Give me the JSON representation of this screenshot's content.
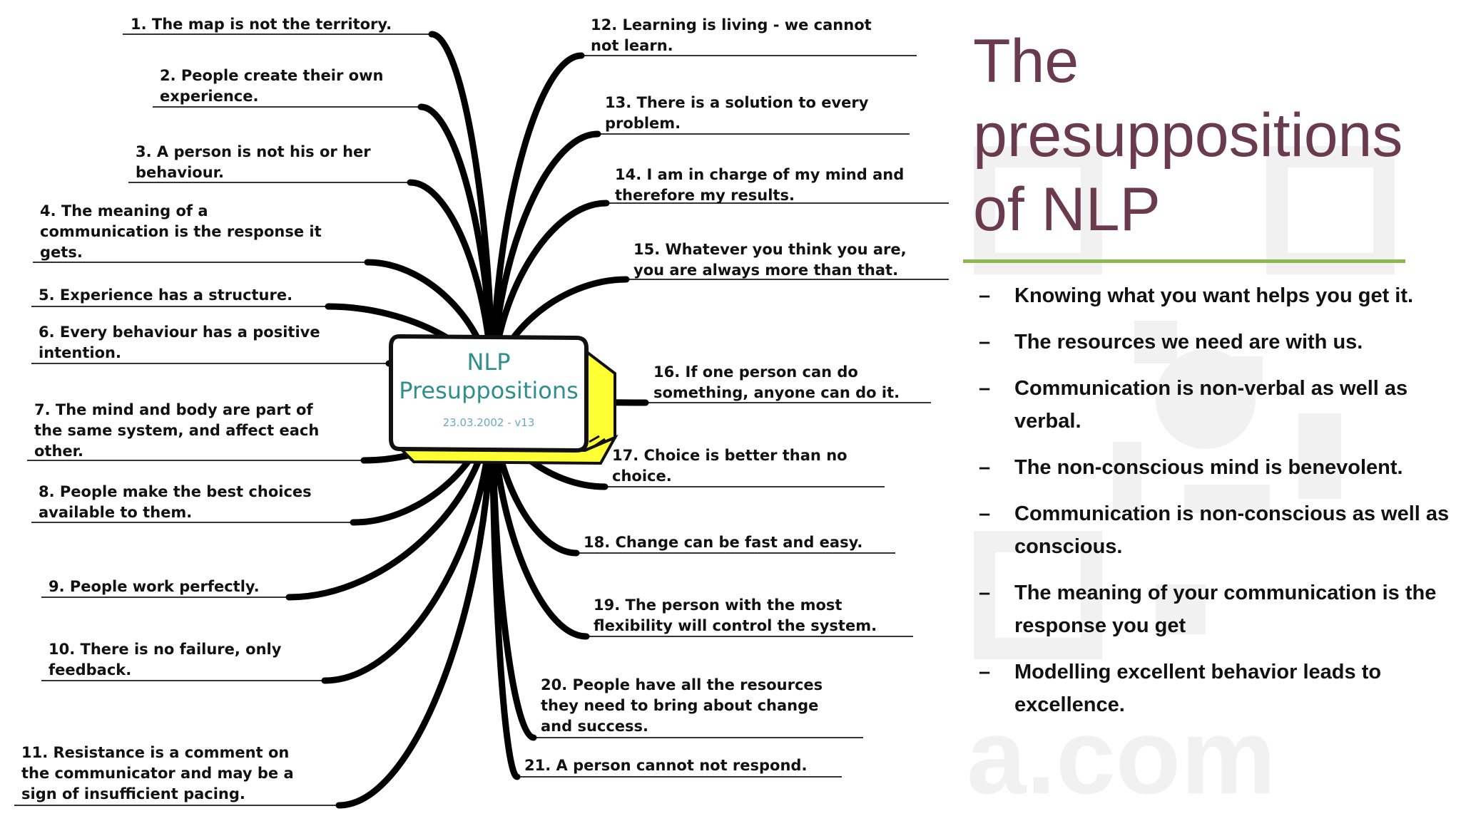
{
  "mindmap": {
    "center_title_line1": "NLP",
    "center_title_line2": "Presuppositions",
    "center_date": "23.03.2002 - v13",
    "left_items": [
      {
        "lines": [
          "1. The map is not the territory."
        ]
      },
      {
        "lines": [
          "2. People create their own",
          "experience."
        ]
      },
      {
        "lines": [
          "3. A person is not his or her",
          "behaviour."
        ]
      },
      {
        "lines": [
          "4. The meaning of a",
          "communication is the response it",
          "gets."
        ]
      },
      {
        "lines": [
          "5. Experience has a structure."
        ]
      },
      {
        "lines": [
          "6. Every behaviour has a positive",
          "intention."
        ]
      },
      {
        "lines": [
          "7. The mind and body are part of",
          "the same system, and affect each",
          "other."
        ]
      },
      {
        "lines": [
          "8. People make the best choices",
          "available to them."
        ]
      },
      {
        "lines": [
          "9. People work perfectly."
        ]
      },
      {
        "lines": [
          "10. There is no failure, only",
          "feedback."
        ]
      },
      {
        "lines": [
          "11. Resistance is a comment on",
          "the communicator and may be a",
          "sign of insufficient pacing."
        ]
      }
    ],
    "right_items": [
      {
        "lines": [
          "12. Learning is living - we cannot",
          "not learn."
        ]
      },
      {
        "lines": [
          "13. There is a solution to every",
          "problem."
        ]
      },
      {
        "lines": [
          "14. I am in charge of my mind and",
          "therefore my results."
        ]
      },
      {
        "lines": [
          "15. Whatever you think you are,",
          "you are always more than that."
        ]
      },
      {
        "lines": [
          "16. If one person can do",
          "something, anyone can do it."
        ]
      },
      {
        "lines": [
          "17. Choice is better than no",
          "choice."
        ]
      },
      {
        "lines": [
          "18. Change can be fast and easy."
        ]
      },
      {
        "lines": [
          "19. The person with the most",
          "flexibility will control the system."
        ]
      },
      {
        "lines": [
          "20. People have all the resources",
          "they need to bring about change",
          "and success."
        ]
      },
      {
        "lines": [
          "21. A person cannot not respond."
        ]
      }
    ]
  },
  "slide": {
    "title_line1": "The",
    "title_line2": "presuppositions",
    "title_line3": "of NLP",
    "bullet_marker": "–",
    "bullets": [
      "Knowing what you want helps you get it.",
      "The resources we need are with us.",
      "Communication is non-verbal as well as verbal.",
      "The non-conscious mind is benevolent.",
      "Communication is non-conscious as well as conscious.",
      "The meaning of your communication is the response you get",
      "Modelling excellent behavior leads to excellence."
    ],
    "watermark_text": "a.com"
  },
  "colors": {
    "title": "#6a3a4e",
    "rule": "#8cb84f",
    "center_box_fill": "#ffff33",
    "center_title": "#2f8f8a"
  }
}
